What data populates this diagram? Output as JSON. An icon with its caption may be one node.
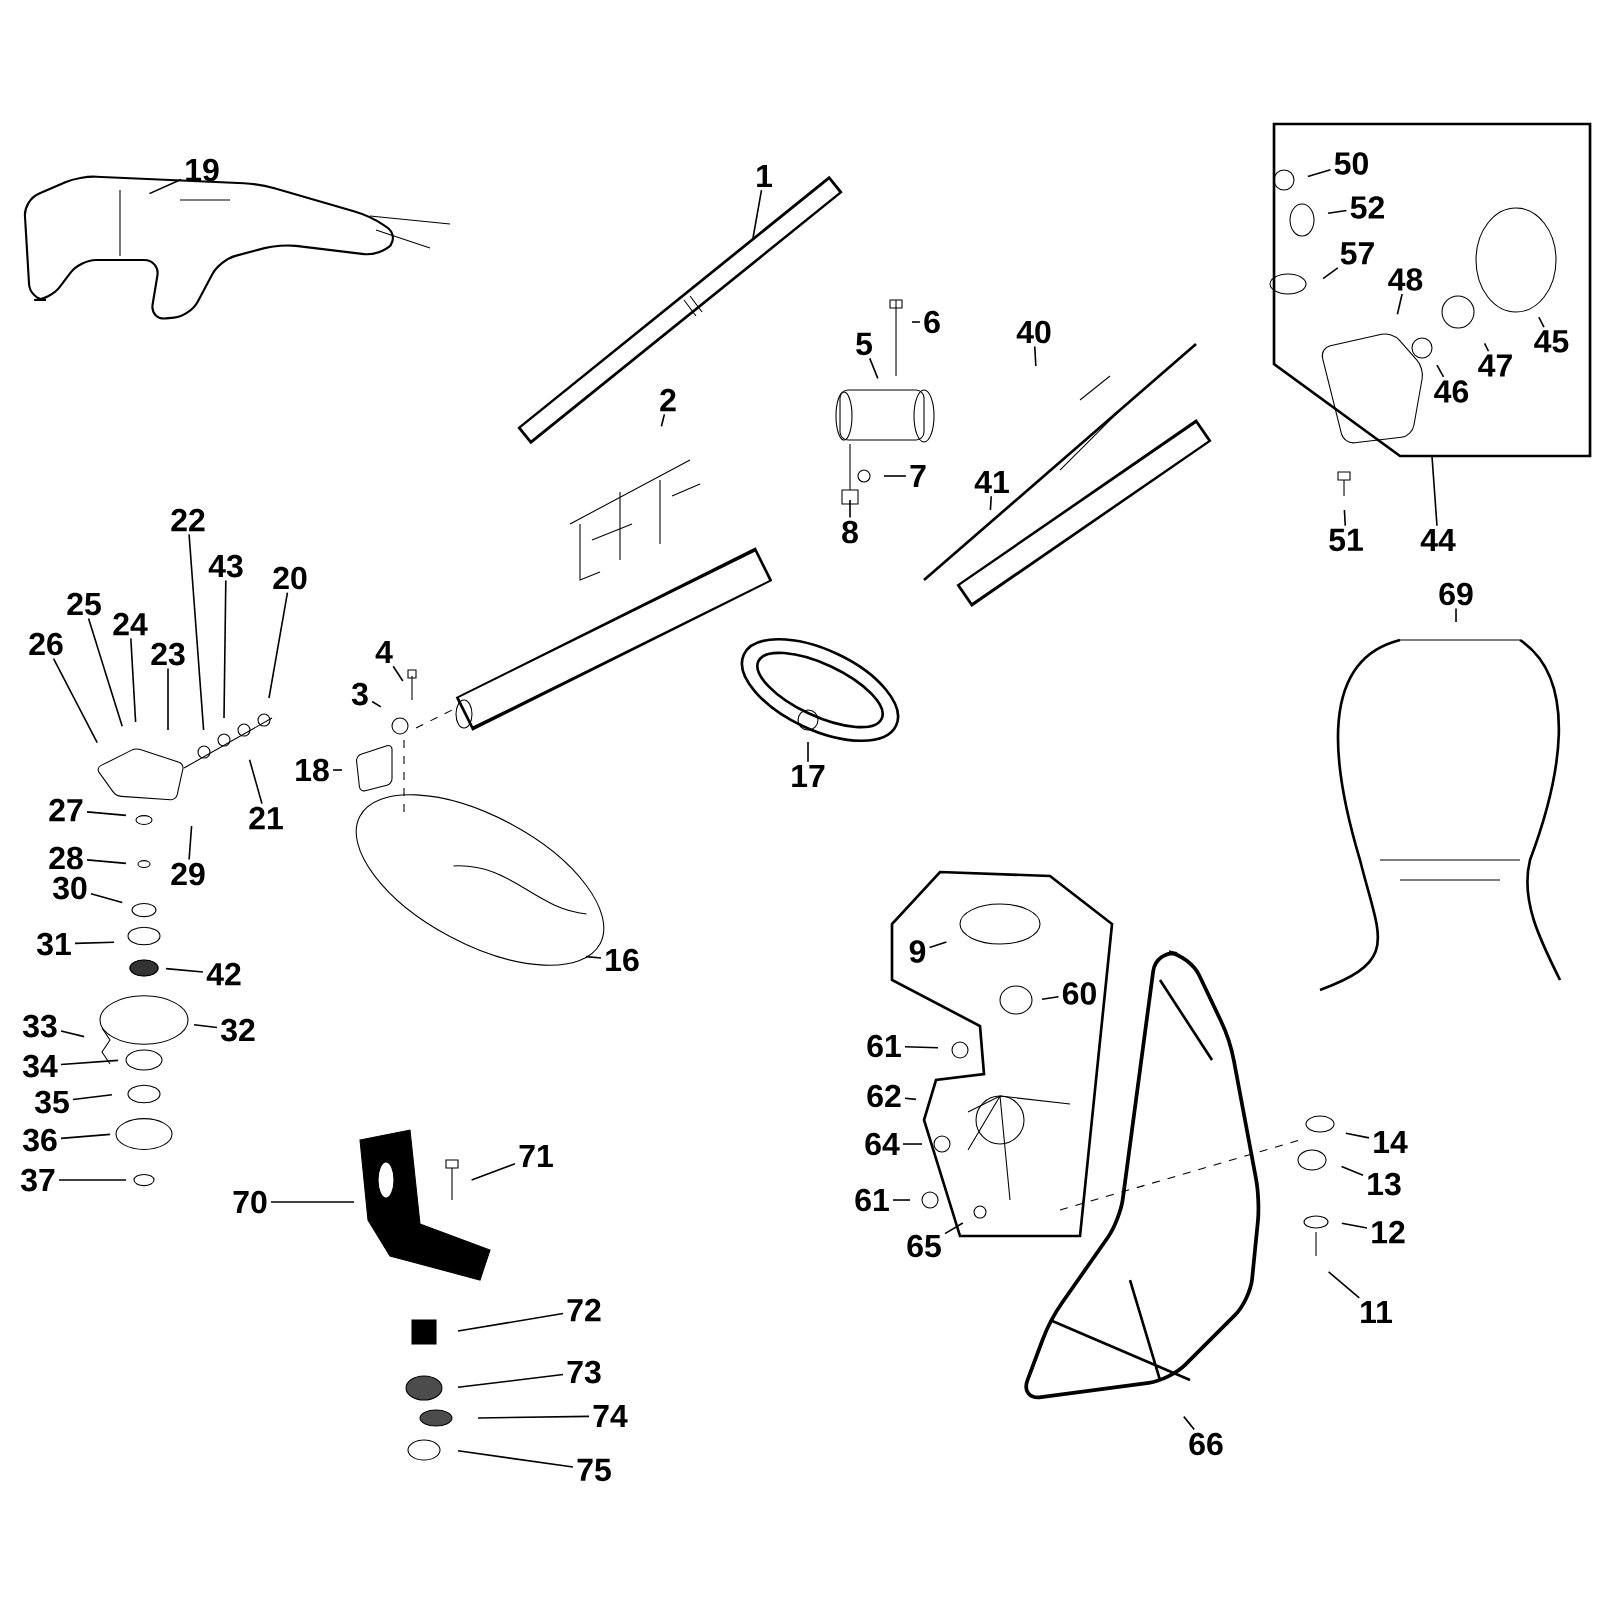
{
  "diagram": {
    "nodes": [
      {
        "text": [
          "19"
        ]
      },
      {
        "text": [
          "1"
        ]
      },
      {
        "text": [],
        "shape": "box"
      },
      {
        "text": [
          "50"
        ],
        "in": 2
      },
      {
        "text": [
          "52"
        ],
        "in": 2
      },
      {
        "text": [
          "57"
        ],
        "in": 2
      },
      {
        "text": [
          "48"
        ],
        "in": 2
      },
      {
        "text": [
          "45"
        ],
        "in": 2
      },
      {
        "text": [
          "47"
        ],
        "in": 2
      },
      {
        "text": [
          "46"
        ],
        "in": 2
      },
      {
        "text": [
          "6"
        ]
      },
      {
        "text": [
          "5"
        ]
      },
      {
        "text": [
          "40"
        ]
      },
      {
        "text": [
          "2"
        ]
      },
      {
        "text": [
          "7"
        ]
      },
      {
        "text": [
          "41"
        ]
      },
      {
        "text": [
          "8"
        ]
      },
      {
        "text": [
          "22"
        ]
      },
      {
        "text": [
          "51"
        ]
      },
      {
        "text": [
          "44"
        ]
      },
      {
        "text": [
          "43"
        ]
      },
      {
        "text": [
          "20"
        ]
      },
      {
        "text": [
          "69"
        ]
      },
      {
        "text": [
          "25"
        ]
      },
      {
        "text": [
          "24"
        ]
      },
      {
        "text": [
          "26"
        ]
      },
      {
        "text": [
          "4"
        ]
      },
      {
        "text": [
          "23"
        ]
      },
      {
        "text": [
          "3"
        ]
      },
      {
        "text": [
          "18"
        ]
      },
      {
        "text": [
          "17"
        ]
      },
      {
        "text": [
          "27"
        ]
      },
      {
        "text": [
          "21"
        ]
      },
      {
        "text": [
          "28"
        ]
      },
      {
        "text": [
          "29"
        ]
      },
      {
        "text": [
          "30"
        ]
      },
      {
        "text": [
          "31"
        ]
      },
      {
        "text": [],
        "shape": "box"
      },
      {
        "text": [
          "9"
        ],
        "in": 37
      },
      {
        "text": [
          "16"
        ]
      },
      {
        "text": [
          "42"
        ]
      },
      {
        "text": [
          "60"
        ],
        "in": 37
      },
      {
        "text": [
          "33"
        ]
      },
      {
        "text": [
          "32"
        ]
      },
      {
        "text": [
          "61"
        ]
      },
      {
        "text": [
          "34"
        ]
      },
      {
        "text": [
          "62"
        ]
      },
      {
        "text": [
          "35"
        ]
      },
      {
        "text": [
          "14"
        ]
      },
      {
        "text": [
          "36"
        ]
      },
      {
        "text": [
          "64"
        ]
      },
      {
        "text": [
          "71"
        ]
      },
      {
        "text": [
          "13"
        ]
      },
      {
        "text": [
          "37"
        ]
      },
      {
        "text": [
          "61"
        ]
      },
      {
        "text": [
          "70"
        ]
      },
      {
        "text": [
          "12"
        ]
      },
      {
        "text": [
          "65"
        ]
      },
      {
        "text": [
          "11"
        ]
      },
      {
        "text": [
          "72"
        ]
      },
      {
        "text": [
          "73"
        ]
      },
      {
        "text": [
          "74"
        ]
      },
      {
        "text": [
          "66"
        ]
      },
      {
        "text": [
          "75"
        ]
      }
    ],
    "edges": [
      {
        "from": 0,
        "to": null,
        "arrow": "none"
      },
      {
        "from": 1,
        "to": null,
        "arrow": "none"
      },
      {
        "from": 3,
        "to": null,
        "arrow": "none"
      },
      {
        "from": 4,
        "to": null,
        "arrow": "none"
      },
      {
        "from": 5,
        "to": null,
        "arrow": "none"
      },
      {
        "from": 6,
        "to": null,
        "arrow": "none"
      },
      {
        "from": 7,
        "to": null,
        "arrow": "none"
      },
      {
        "from": 8,
        "to": null,
        "arrow": "none"
      },
      {
        "from": 9,
        "to": null,
        "arrow": "none"
      },
      {
        "from": 10,
        "to": null,
        "arrow": "none"
      },
      {
        "from": 11,
        "to": null,
        "arrow": "none"
      },
      {
        "from": 12,
        "to": null,
        "arrow": "none"
      },
      {
        "from": 13,
        "to": null,
        "arrow": "none"
      },
      {
        "from": 14,
        "to": null,
        "arrow": "none"
      },
      {
        "from": 15,
        "to": null,
        "arrow": "none"
      },
      {
        "from": 16,
        "to": null,
        "arrow": "none"
      },
      {
        "from": 17,
        "to": null,
        "arrow": "none"
      },
      {
        "from": 18,
        "to": null,
        "arrow": "none"
      },
      {
        "from": 19,
        "to": 2,
        "arrow": "none"
      },
      {
        "from": 20,
        "to": null,
        "arrow": "none"
      },
      {
        "from": 21,
        "to": null,
        "arrow": "none"
      },
      {
        "from": 22,
        "to": null,
        "arrow": "none"
      },
      {
        "from": 23,
        "to": null,
        "arrow": "none"
      },
      {
        "from": 24,
        "to": null,
        "arrow": "none"
      },
      {
        "from": 25,
        "to": null,
        "arrow": "none"
      },
      {
        "from": 26,
        "to": null,
        "arrow": "none"
      },
      {
        "from": 27,
        "to": null,
        "arrow": "none"
      },
      {
        "from": 28,
        "to": null,
        "arrow": "none"
      },
      {
        "from": 29,
        "to": null,
        "arrow": "none"
      },
      {
        "from": 30,
        "to": null,
        "arrow": "none"
      },
      {
        "from": 31,
        "to": null,
        "arrow": "none"
      },
      {
        "from": 32,
        "to": null,
        "arrow": "none"
      },
      {
        "from": 33,
        "to": null,
        "arrow": "none"
      },
      {
        "from": 34,
        "to": null,
        "arrow": "none"
      },
      {
        "from": 35,
        "to": null,
        "arrow": "none"
      },
      {
        "from": 36,
        "to": null,
        "arrow": "none"
      },
      {
        "from": 38,
        "to": null,
        "arrow": "none"
      },
      {
        "from": 39,
        "to": null,
        "arrow": "none"
      },
      {
        "from": 40,
        "to": null,
        "arrow": "none"
      },
      {
        "from": 41,
        "to": null,
        "arrow": "none"
      },
      {
        "from": 42,
        "to": null,
        "arrow": "none"
      },
      {
        "from": 43,
        "to": null,
        "arrow": "none"
      },
      {
        "from": 44,
        "to": null,
        "arrow": "none"
      },
      {
        "from": 45,
        "to": null,
        "arrow": "none"
      },
      {
        "from": 46,
        "to": null,
        "arrow": "none"
      },
      {
        "from": 47,
        "to": null,
        "arrow": "none"
      },
      {
        "from": 48,
        "to": null,
        "arrow": "none"
      },
      {
        "from": 49,
        "to": null,
        "arrow": "none"
      },
      {
        "from": 50,
        "to": null,
        "arrow": "none"
      },
      {
        "from": 51,
        "to": null,
        "arrow": "none"
      },
      {
        "from": 52,
        "to": null,
        "arrow": "none"
      },
      {
        "from": 53,
        "to": null,
        "arrow": "none"
      },
      {
        "from": 54,
        "to": null,
        "arrow": "none"
      },
      {
        "from": 55,
        "to": null,
        "arrow": "none"
      },
      {
        "from": 56,
        "to": null,
        "arrow": "none"
      },
      {
        "from": 57,
        "to": null,
        "arrow": "none"
      },
      {
        "from": 58,
        "to": null,
        "arrow": "none"
      },
      {
        "from": 59,
        "to": null,
        "arrow": "none"
      },
      {
        "from": 60,
        "to": null,
        "arrow": "none"
      },
      {
        "from": 61,
        "to": null,
        "arrow": "none"
      },
      {
        "from": 62,
        "to": null,
        "arrow": "none"
      },
      {
        "from": 63,
        "to": null,
        "arrow": "none"
      }
    ]
  }
}
